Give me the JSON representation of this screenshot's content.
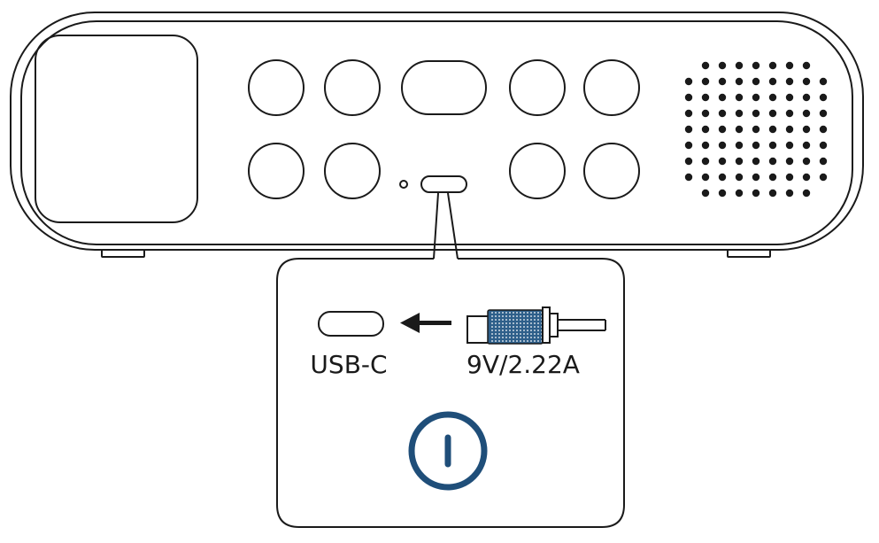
{
  "diagram": {
    "port_label": "USB-C",
    "power_rating": "9V/2.22A",
    "connector_color": "#2e5f8a",
    "power_icon_color": "#1f4e79",
    "line_color": "#1a1a1a",
    "icons": [
      "projector-rear-panel",
      "usb-c-port-icon",
      "insert-arrow-icon",
      "barrel-plug-icon",
      "power-button-icon"
    ]
  }
}
